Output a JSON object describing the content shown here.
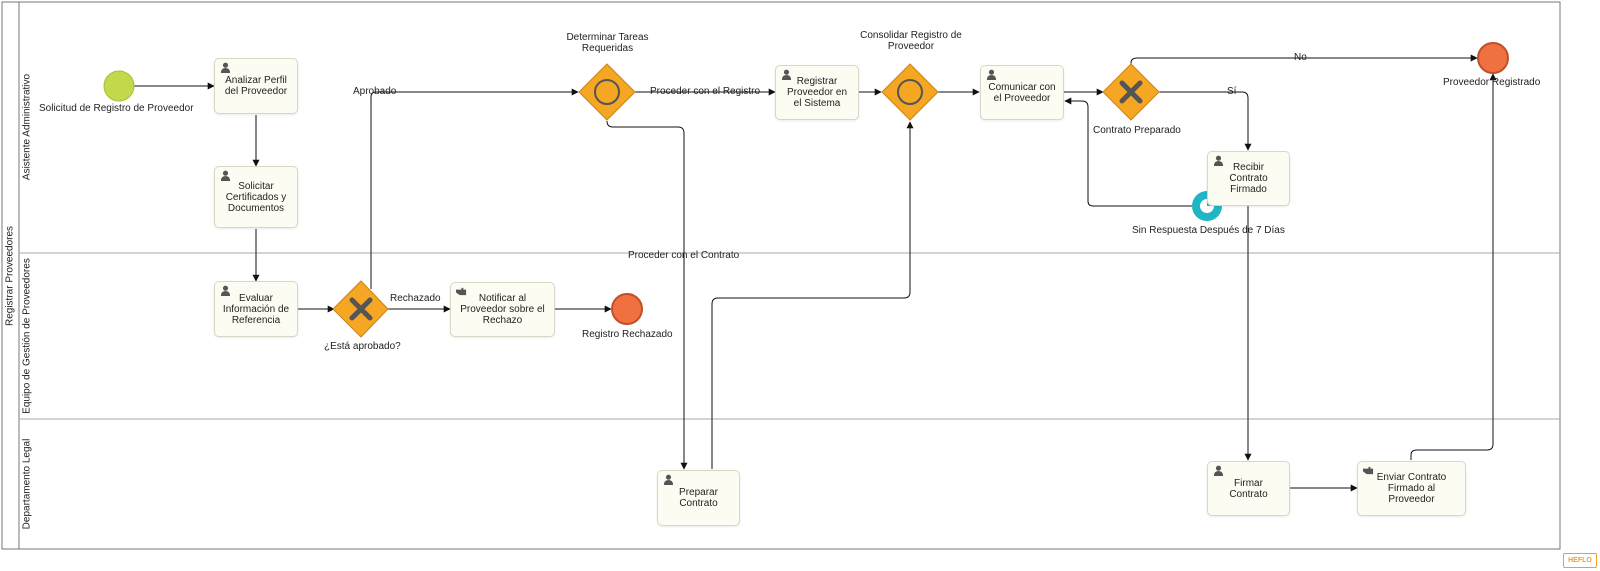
{
  "pool": {
    "name": "Registrar Proveedores"
  },
  "lanes": [
    "Asistente Administrativo",
    "Equipo de Gestión de Proveedores",
    "Departamento Legal"
  ],
  "tasks": {
    "analizar": "Analizar Perfil del Proveedor",
    "solicitar": "Solicitar Certificados y Documentos",
    "evaluar": "Evaluar Información de Referencia",
    "notificar": "Notificar al Proveedor sobre el Rechazo",
    "registrar": "Registrar Proveedor en el Sistema",
    "comunicar": "Comunicar con el Proveedor",
    "recibir": "Recibir Contrato Firmado",
    "preparar": "Preparar Contrato",
    "firmar": "Firmar Contrato",
    "enviar": "Enviar Contrato Firmado al Proveedor"
  },
  "events": {
    "start": "Solicitud de Registro de Proveedor",
    "end_rechazado": "Registro Rechazado",
    "end_registrado": "Proveedor Registrado",
    "timer": "Sin Respuesta Después de 7 Días"
  },
  "gateways": {
    "aprobado": "¿Está aprobado?",
    "determinar": "Determinar Tareas Requeridas",
    "consolidar": "Consolidar Registro de Proveedor",
    "contrato": "Contrato Preparado"
  },
  "flows": {
    "aprobado": "Aprobado",
    "rechazado": "Rechazado",
    "proceder_registro": "Proceder con el Registro",
    "proceder_contrato": "Proceder con el Contrato",
    "no": "No",
    "si": "Sí"
  },
  "brand": {
    "logo": "HEFLO"
  },
  "colors": {
    "start": "#c3d84a",
    "end": "#f07040",
    "gateway": "#f5a623",
    "timer": "#1fb5c4",
    "task_fill": "#fdfcf2"
  }
}
